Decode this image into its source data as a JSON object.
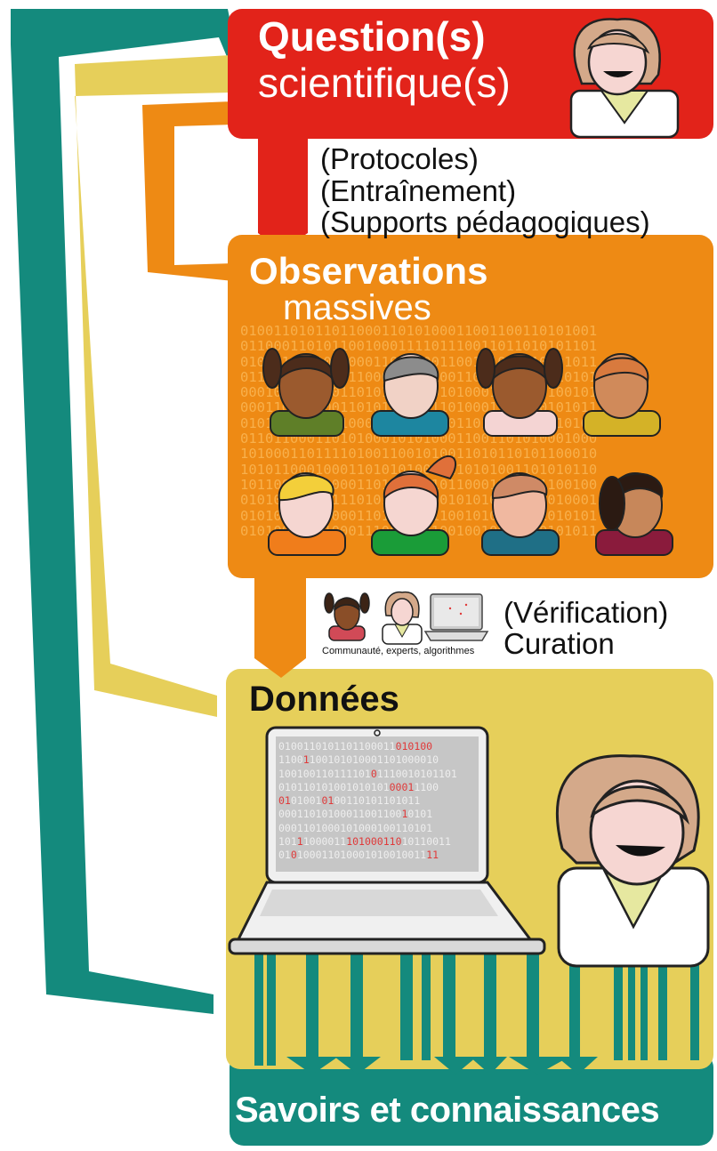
{
  "question": {
    "title": "Question(s)",
    "subtitle": "scientifique(s)"
  },
  "supports": {
    "protocoles": "(Protocoles)",
    "entrainement": "(Entraînement)",
    "supports_pedagogiques": "(Supports pédagogiques)"
  },
  "observations": {
    "title": "Observations",
    "subtitle": "massives",
    "binary_lines": [
      "0100110101101100011010100011001100110101001",
      "0110001101011001000111101110011011010101101",
      "0101010011011000110100001100101011010001011",
      "0110100011010110001101010011001010110110101",
      "0001000110101101010001101010001100110100101",
      "0001101010001101011101011010001100100101011",
      "0101000110101000111010100011010001011010101",
      "0110110001101010001010100011001101010001000",
      "1010001101111010011001010011010110101100010",
      "1010110001000110101010000110101001101010110",
      "1011000110100011010011010110001101001100100",
      "0101000110011101010111100101010101101010001",
      "0101001010100011010001011001010011001010101",
      "0101001010100011100001010010010010010101011"
    ]
  },
  "verification": {
    "verification_label": "(Vérification)",
    "curation_label": "Curation",
    "community_caption": "Communauté, experts, algorithmes"
  },
  "donnees": {
    "title": "Données",
    "screen_lines": [
      [
        "0100110101101100011",
        "010100",
        ""
      ],
      [
        "1100",
        "1",
        "100101010001101000010"
      ],
      [
        "100100110111101",
        "0",
        "1110010101101"
      ],
      [
        "010110101001010101",
        "0001",
        "1100"
      ],
      [
        "",
        "01",
        "01001",
        "01",
        "00110101101011"
      ],
      [
        "00011010100011001100",
        "1",
        "0101"
      ],
      [
        "0001101000101000100110101",
        "",
        ""
      ],
      [
        "101",
        "1",
        "1000011",
        "101000110",
        "10110011"
      ],
      [
        "01",
        "0",
        "100011010001010010011",
        "11",
        ""
      ]
    ]
  },
  "savoirs": {
    "title": "Savoirs et connaissances"
  },
  "colors": {
    "red": "#e2231a",
    "orange": "#ee8a14",
    "yellow": "#e6cf5a",
    "teal": "#148a7d",
    "light_yellow_arrow": "#e5cf57"
  }
}
